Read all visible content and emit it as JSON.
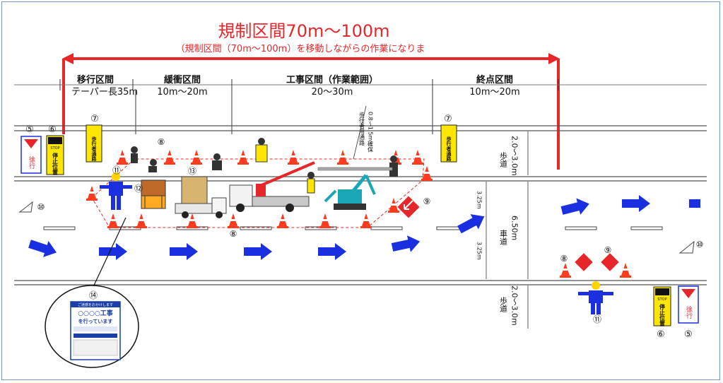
{
  "title": "規制区間70m〜100m",
  "subtitle": "（規制区間（70m〜100m）を移動しながらの作業になりま",
  "sections": [
    {
      "name": "移行区間",
      "length": "テーパー長35m"
    },
    {
      "name": "緩衝区間",
      "length": "10m〜20m"
    },
    {
      "name": "工事区間（作業範囲）",
      "length": "20〜30m"
    },
    {
      "name": "終点区間",
      "length": "10m〜20m"
    }
  ],
  "walkway_note": {
    "line1": "歩行者用通路",
    "line2": "0.8〜1.5m確保"
  },
  "sidewalk_label": {
    "line1": "歩道",
    "line2": "2.0〜3.0m"
  },
  "roadway_label": {
    "line1": "車道",
    "line2": "6.50m"
  },
  "lane_width": "3.25m",
  "numbers": {
    "n5": "⑤",
    "n6": "⑥",
    "n7": "⑦",
    "n8": "⑧",
    "n9": "⑨",
    "n10": "⑩",
    "n11": "⑪",
    "n12": "⑫",
    "n13": "⑬",
    "n14": "⑭"
  },
  "signs": {
    "slow": "徐行",
    "stop_en": "STOP",
    "stop_position": "停止位置",
    "pedestrian": "歩行者通路",
    "board_header": "ご迷惑をおかけします",
    "board_title": "○○○○工事",
    "board_sub": "を行っています"
  },
  "colors": {
    "red": "#e8262a",
    "arrow_blue": "#1a2fe0",
    "sign_yellow": "#ffe600",
    "frame_border": "#7a96bf"
  }
}
